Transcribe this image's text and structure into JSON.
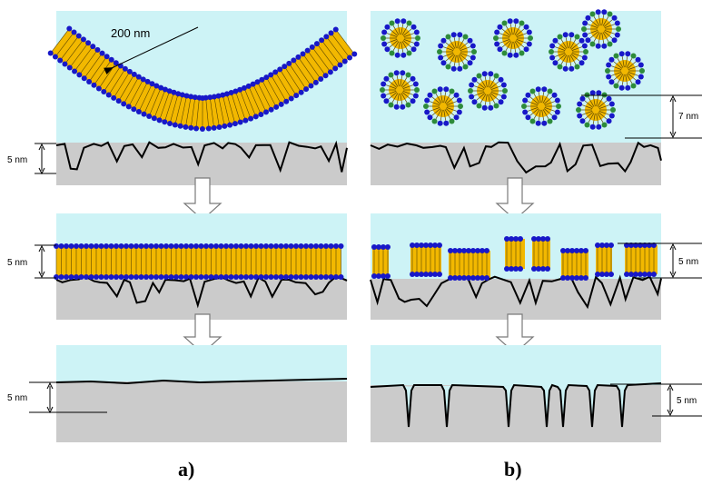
{
  "colors": {
    "liquid": "#cdf3f6",
    "substrate": "#cbcbcb",
    "lipid_body": "#f2b800",
    "headgroup": "#1818c8",
    "headgroup_alt": "#2e8b3a",
    "profile_line": "#000000",
    "arrow_outline": "#7a7a7a"
  },
  "annotations": {
    "vesicle_size": "200 nm",
    "thickness_5nm": "5 nm",
    "micelle_spacing": "7 nm"
  },
  "captions": {
    "panel_a": "a)",
    "panel_b": "b)"
  }
}
